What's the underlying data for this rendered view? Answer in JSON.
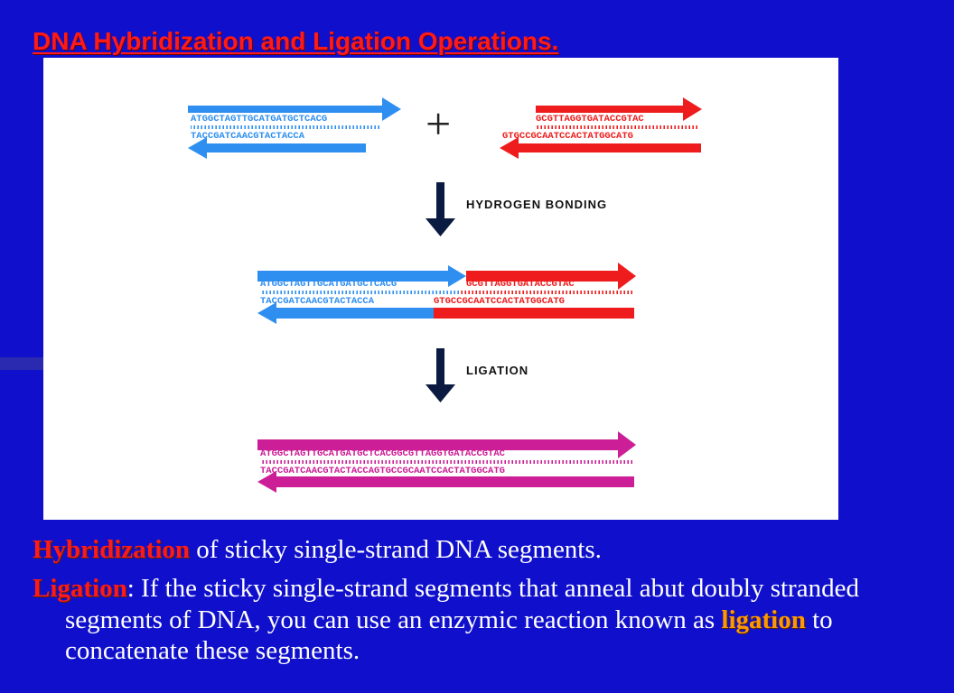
{
  "title": "DNA Hybridization and Ligation Operations.",
  "figure": {
    "plus_sign": "+",
    "step1_label": "HYDROGEN BONDING",
    "step2_label": "LIGATION",
    "strand_a_top": "ATGGCTAGTTGCATGATGCTCACG",
    "strand_a_bottom": "TACCGATCAACGTACTACCA",
    "strand_b_top": "GCGTTAGGTGATACCGTAC",
    "strand_b_bottom": "GTGCCGCAATCCACTATGGCATG",
    "bonded_a_top": "ATGGCTAGTTGCATGATGCTCACG",
    "bonded_b_top": "GCGTTAGGTGATACCGTAC",
    "bonded_a_bottom": "TACCGATCAACGTACTACCA",
    "bonded_b_bottom": "GTGCCGCAATCCACTATGGCATG",
    "ligated_top": "ATGGCTAGTTGCATGATGCTCACGGCGTTAGGTGATACCGTAC",
    "ligated_bottom": "TACCGATCAACGTACTACCAGTGCCGCAATCCACTATGGCATG",
    "colors": {
      "blue": "#2f8ff0",
      "red": "#ee1c1c",
      "magenta": "#cc1e96",
      "arrow": "#0b1a40"
    }
  },
  "paragraphs": {
    "p1_term": "Hybridization",
    "p1_text": " of sticky single-strand DNA segments.",
    "p2_term": "Ligation",
    "p2_text_a": ": If the sticky single-strand segments that anneal abut doubly stranded segments of DNA, you can use an enzymic reaction known as ",
    "p2_term2": "ligation",
    "p2_text_b": " to concatenate these segments."
  }
}
